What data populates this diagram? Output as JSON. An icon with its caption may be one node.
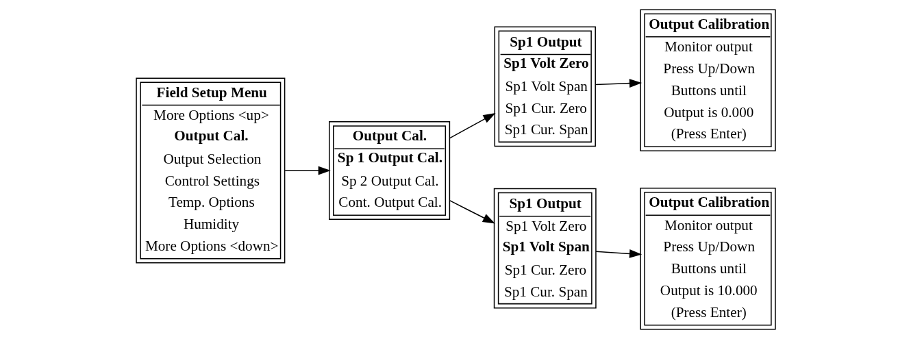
{
  "diagram": {
    "nodes": [
      {
        "text": [
          "Field Setup Menu",
          "More Options <up>",
          "Output Cal.",
          "Output Selection",
          "Control Settings",
          "Temp. Options",
          "Humidity",
          "More Options <down>"
        ]
      },
      {
        "text": [
          "Output Cal.",
          "Sp 1 Output Cal.",
          "Sp 2 Output Cal.",
          "Cont. Output Cal."
        ]
      },
      {
        "text": [
          "Sp1 Output",
          "Sp1 Volt Zero",
          "Sp1 Volt Span",
          "Sp1 Cur. Zero",
          "Sp1 Cur. Span"
        ]
      },
      {
        "text": [
          "Output Calibration",
          "Monitor output",
          "Press Up/Down",
          "Buttons until",
          "Output is 0.000",
          "(Press Enter)"
        ]
      },
      {
        "text": [
          "Sp1 Output",
          "Sp1 Volt Zero",
          "Sp1 Volt Span",
          "Sp1 Cur. Zero",
          "Sp1 Cur. Span"
        ]
      },
      {
        "text": [
          "Output Calibration",
          "Monitor output",
          "Press Up/Down",
          "Buttons until",
          "Output is 10.000",
          "(Press Enter)"
        ]
      }
    ],
    "edges": [
      {
        "from": 0,
        "to": 1,
        "arrow": "to"
      },
      {
        "from": 1,
        "to": 2,
        "arrow": "to"
      },
      {
        "from": 1,
        "to": 4,
        "arrow": "to"
      },
      {
        "from": 2,
        "to": 3,
        "arrow": "to"
      },
      {
        "from": 4,
        "to": 5,
        "arrow": "to"
      }
    ]
  }
}
